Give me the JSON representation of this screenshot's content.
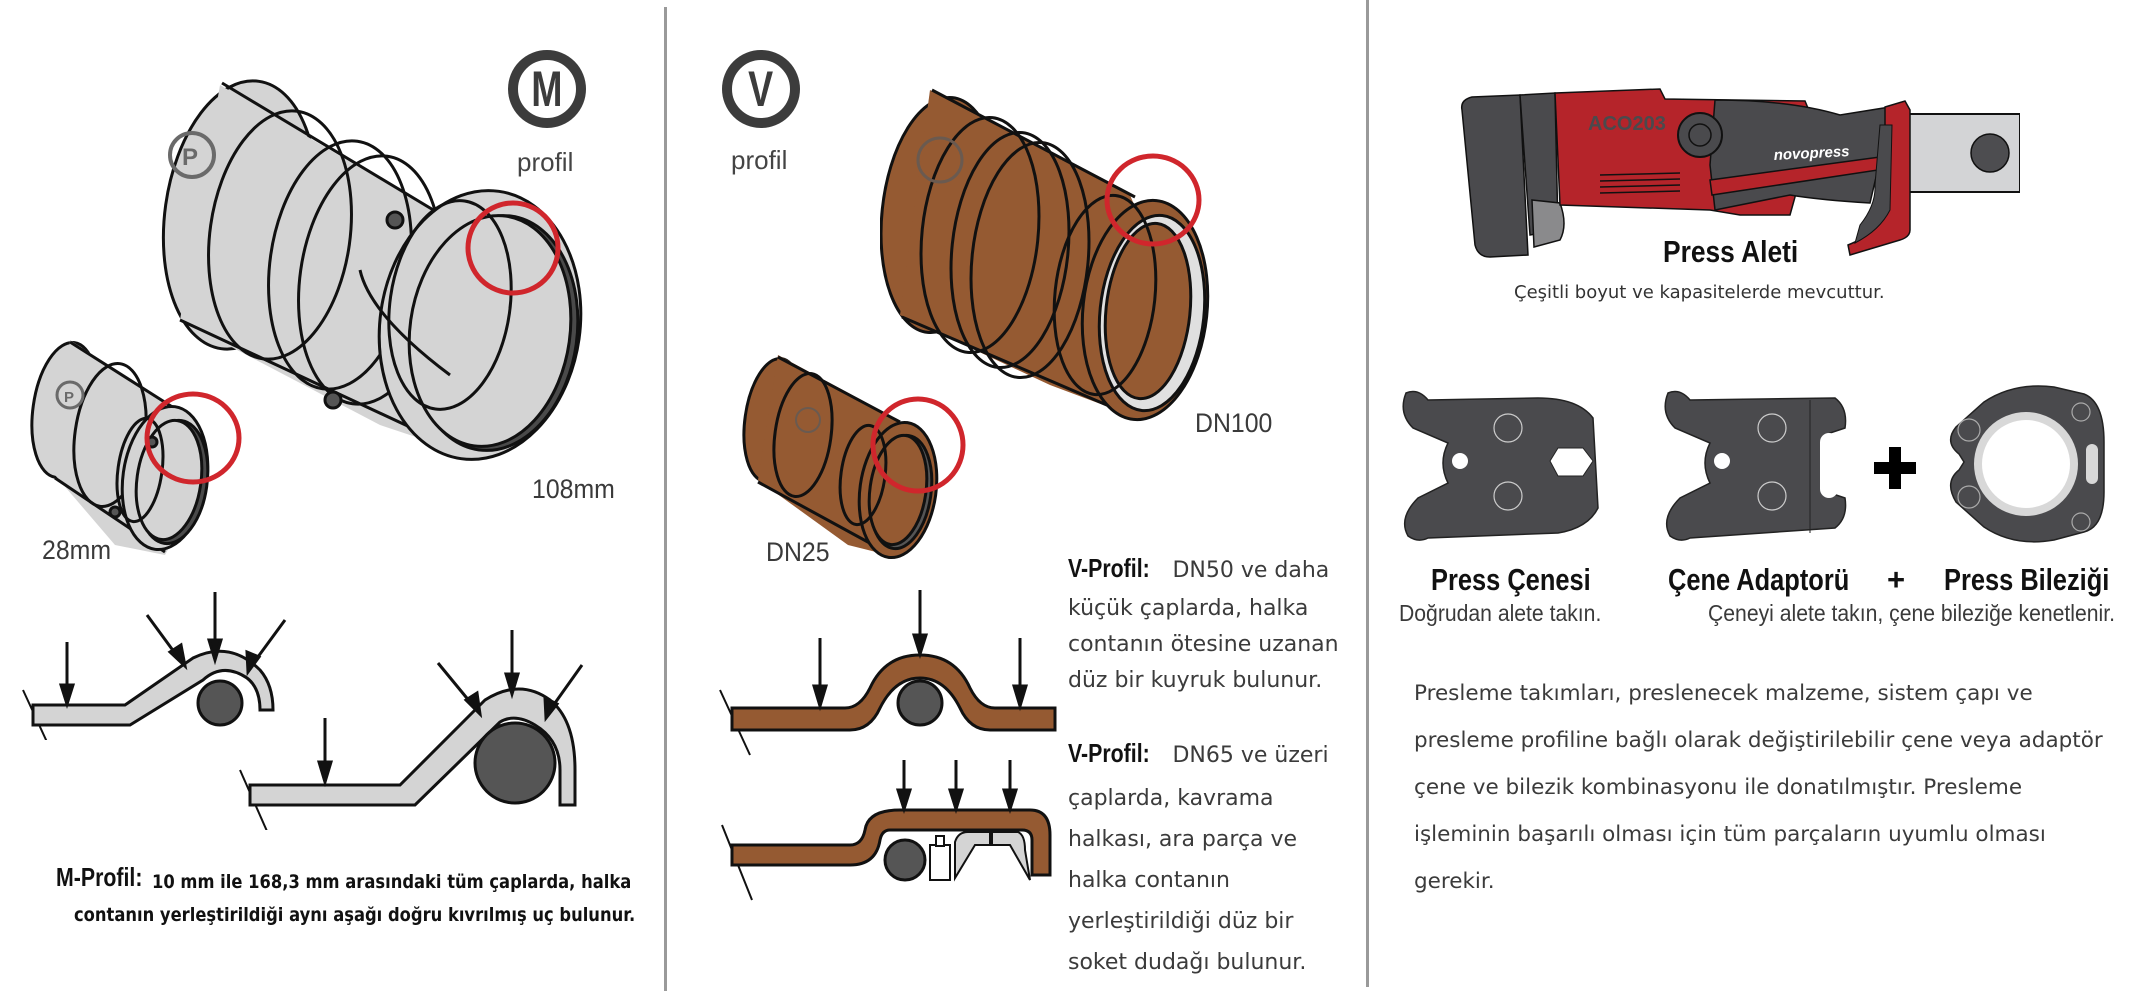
{
  "panels": {
    "m_profile": {
      "badge_letter": "M",
      "badge_word": "profil",
      "large_fitting_label": "108mm",
      "small_fitting_label": "28mm",
      "caption_head": "M-Profil:",
      "caption_line1": "10 mm ile 168,3 mm arasındaki tüm çaplarda, halka",
      "caption_line2": "contanın yerleştirildiği aynı aşağı doğru kıvrılmış uç bulunur.",
      "fitting_color": "#d4d4d4"
    },
    "v_profile": {
      "badge_letter": "V",
      "badge_word": "profil",
      "large_fitting_label": "DN100",
      "small_fitting_label": "DN25",
      "fitting_color": "#955a32",
      "desc1_head": "V-Profil:",
      "desc1_lines": [
        "DN50 ve daha",
        "küçük çaplarda, halka",
        "contanın ötesine uzanan",
        "düz bir kuyruk bulunur."
      ],
      "desc2_head": "V-Profil:",
      "desc2_lines": [
        "DN65 ve üzeri",
        "çaplarda, kavrama",
        "halkası, ara parça ve",
        "halka contanın",
        "yerleştirildiği düz bir",
        "soket dudağı bulunur."
      ]
    },
    "tools": {
      "tool_model": "ACO203",
      "tool_brand": "novopress",
      "tool_title": "Press Aleti",
      "tool_subtitle": "Çeşitli boyut ve kapasitelerde mevcuttur.",
      "jaw_title": "Press Çenesi",
      "jaw_subtitle": "Doğrudan alete takın.",
      "adapter_title": "Çene Adaptorü",
      "plus_sign": "+",
      "ring_title": "Press Bileziği",
      "adapter_ring_subtitle": "Çeneyi alete takın, çene bileziğe kenetlenir.",
      "paragraph_lines": [
        "Presleme takımları, preslenecek malzeme, sistem çapı ve",
        "presleme profiline bağlı olarak değiştirilebilir çene veya adaptör",
        "çene ve bilezik kombinasyonu ile donatılmıştır. Presleme",
        "işleminin başarılı olması için tüm parçaların uyumlu olması",
        "gerekir."
      ],
      "tool_red": "#b5242a",
      "tool_dark": "#4a4a4d",
      "highlight_red": "#d0262c"
    }
  }
}
